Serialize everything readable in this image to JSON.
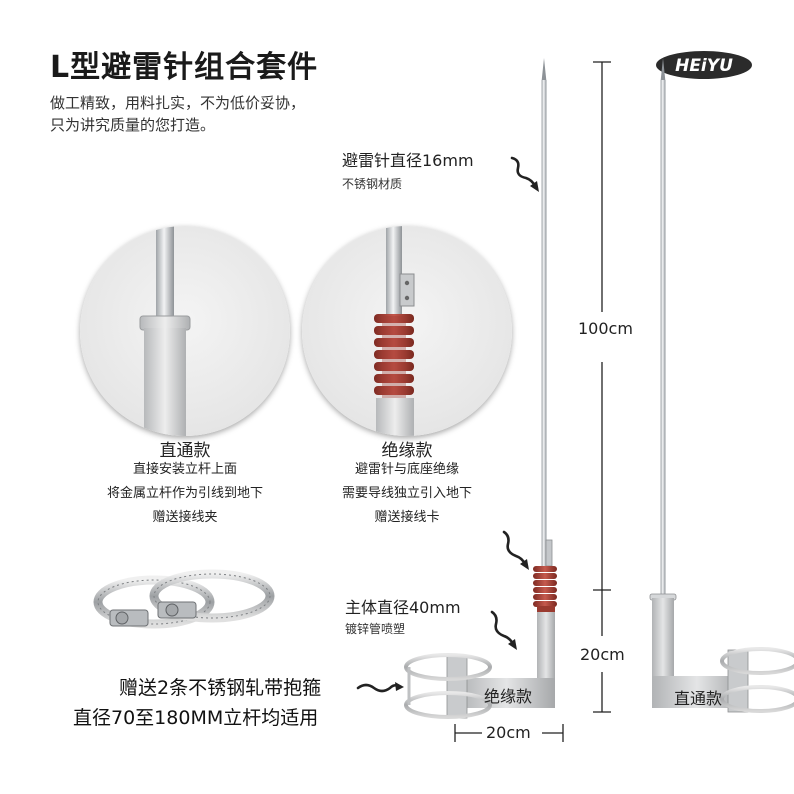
{
  "header": {
    "title": "L型避雷针组合套件",
    "tagline_1": "做工精致，用料扎实，不为低价妥协，",
    "tagline_2": "只为讲究质量的您打造。"
  },
  "brand": {
    "logo_text": "HEiYU"
  },
  "rod_spec": {
    "label": "避雷针直径16mm",
    "material": "不锈钢材质"
  },
  "body_spec": {
    "label": "主体直径40mm",
    "finish": "镀锌管喷塑"
  },
  "variants": [
    {
      "name": "直通款",
      "lines": [
        "直接安装立杆上面",
        "将金属立杆作为引线到地下",
        "赠送接线夹"
      ]
    },
    {
      "name": "绝缘款",
      "lines": [
        "避雷针与底座绝缘",
        "需要导线独立引入地下",
        "赠送接线卡"
      ]
    }
  ],
  "clamp_note": {
    "line_1": "赠送2条不锈钢轧带抱箍",
    "line_2": "直径70至180MM立杆均适用"
  },
  "dimensions": {
    "rod_length": "100cm",
    "body_height": "20cm",
    "arm_length": "20cm"
  },
  "product_labels": {
    "insulated": "绝缘款",
    "straight": "直通款"
  },
  "colors": {
    "insulator": "#a84034",
    "steel": "#c9cccf",
    "body": "#c4c6c8"
  }
}
